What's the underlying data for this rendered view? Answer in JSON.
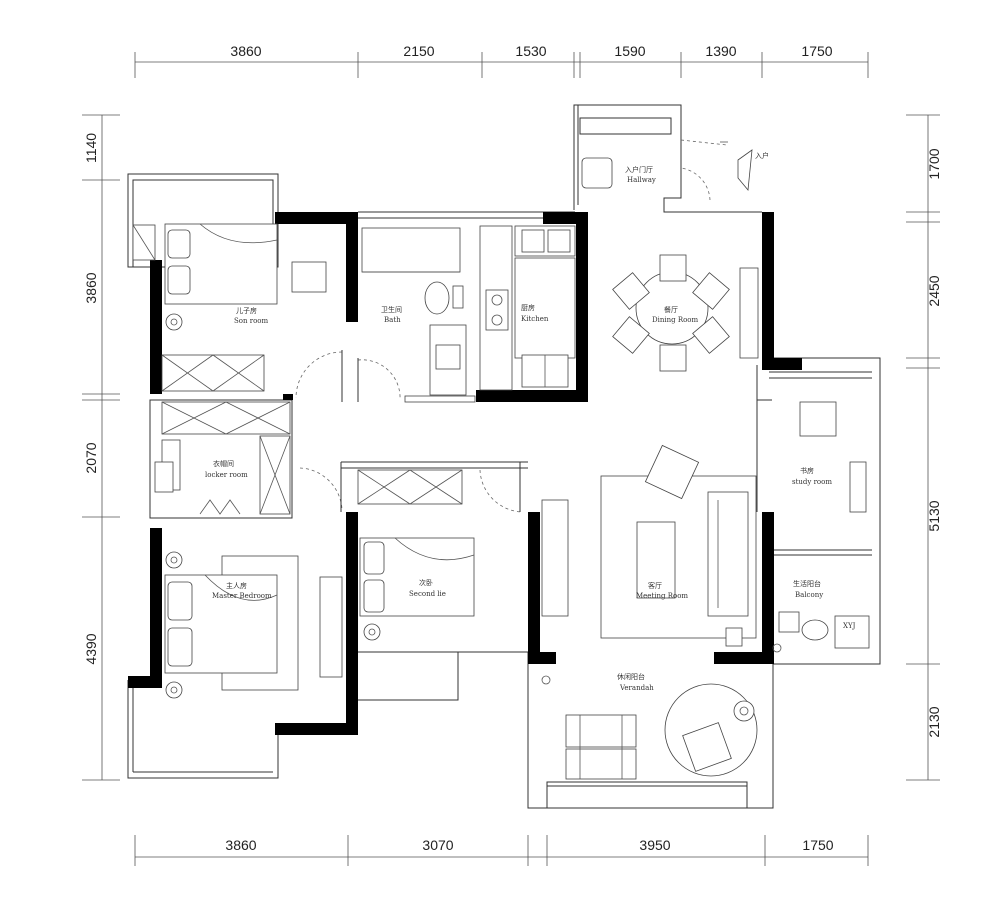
{
  "dimensions": {
    "top": [
      "3860",
      "2150",
      "1530",
      "1590",
      "1390",
      "1750"
    ],
    "bottom": [
      "3860",
      "3070",
      "3950",
      "1750"
    ],
    "left": [
      "1140",
      "3860",
      "2070",
      "4390"
    ],
    "right": [
      "1700",
      "2450",
      "5130",
      "2130"
    ]
  },
  "rooms": {
    "hallway": {
      "cn": "入户门厅",
      "en": "Hallway"
    },
    "entrance": {
      "cn": "入户"
    },
    "son_room": {
      "cn": "儿子房",
      "en": "Son room"
    },
    "bath": {
      "cn": "卫生间",
      "en": "Bath"
    },
    "kitchen": {
      "cn": "厨房",
      "en": "Kitchen"
    },
    "dining": {
      "cn": "餐厅",
      "en": "Dining Room"
    },
    "locker": {
      "cn": "衣帽间",
      "en": "locker room"
    },
    "master": {
      "cn": "主人房",
      "en": "Master Bedroom"
    },
    "second": {
      "cn": "次卧",
      "en": "Second lie"
    },
    "meeting": {
      "cn": "客厅",
      "en": "Meeting Room"
    },
    "study": {
      "cn": "书房",
      "en": "study room"
    },
    "balcony": {
      "cn": "生活阳台",
      "en": "Balcony"
    },
    "verandah": {
      "cn": "休闲阳台",
      "en": "Verandah"
    },
    "washer": {
      "en": "XYJ"
    }
  }
}
